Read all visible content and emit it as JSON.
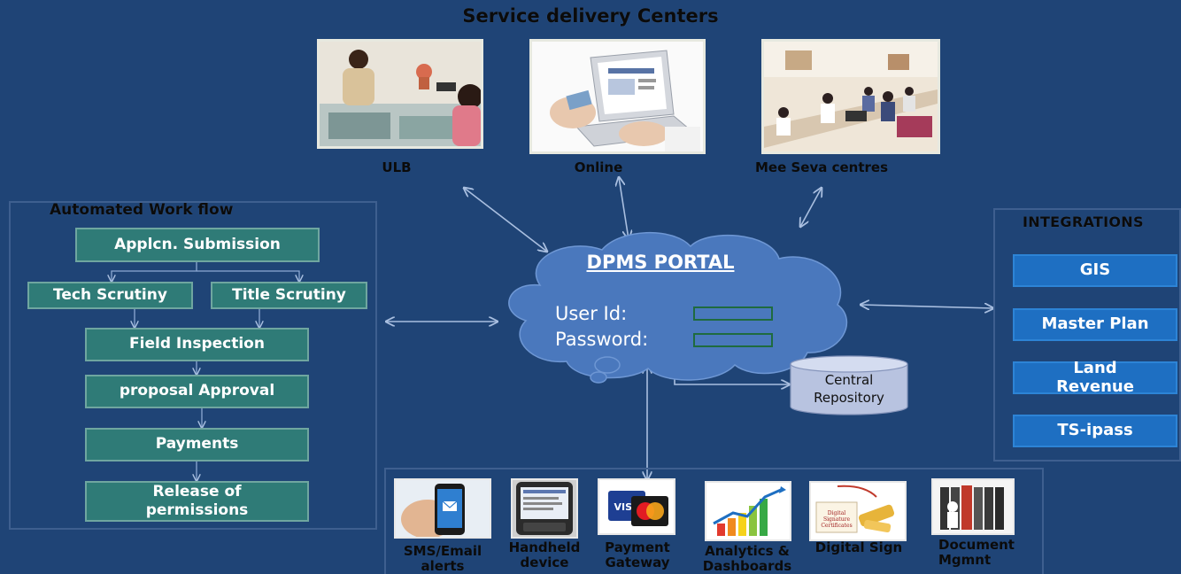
{
  "title": "Service delivery  Centers",
  "channels": [
    {
      "label": "ULB",
      "icon": "office-counter-photo"
    },
    {
      "label": "Online",
      "icon": "laptop-payment-photo"
    },
    {
      "label": "Mee Seva centres",
      "icon": "service-centre-photo"
    }
  ],
  "workflow": {
    "heading": "Automated Work flow",
    "steps": {
      "submission": "Applcn. Submission",
      "tech": "Tech Scrutiny",
      "title": "Title Scrutiny",
      "field": "Field Inspection",
      "approval": "proposal Approval",
      "payments": "Payments",
      "release": "Release of permissions"
    }
  },
  "portal": {
    "title": "DPMS PORTAL",
    "user_label": "User Id:",
    "password_label": "Password:",
    "user_value": "",
    "password_value": ""
  },
  "repository": {
    "label": "Central Repository"
  },
  "integrations": {
    "heading": "INTEGRATIONS",
    "items": [
      "GIS",
      "Master  Plan",
      "Land Revenue",
      "TS-ipass"
    ]
  },
  "services": [
    {
      "label": "SMS/Email alerts",
      "icon": "smartphone-mail-icon"
    },
    {
      "label": "Handheld device",
      "icon": "handheld-device-icon"
    },
    {
      "label": "Payment Gateway",
      "icon": "credit-cards-icon"
    },
    {
      "label": "Analytics & Dashboards",
      "icon": "bar-chart-icon"
    },
    {
      "label": "Digital Sign",
      "icon": "digital-signature-icon"
    },
    {
      "label": "Document Mgmnt",
      "icon": "binders-icon"
    }
  ],
  "colors": {
    "background": "#1f4476",
    "workflow_box": "#2f7b77",
    "integration_box": "#1e6fc2",
    "cloud": "#4a78bd",
    "connector": "#a9bfe0"
  }
}
